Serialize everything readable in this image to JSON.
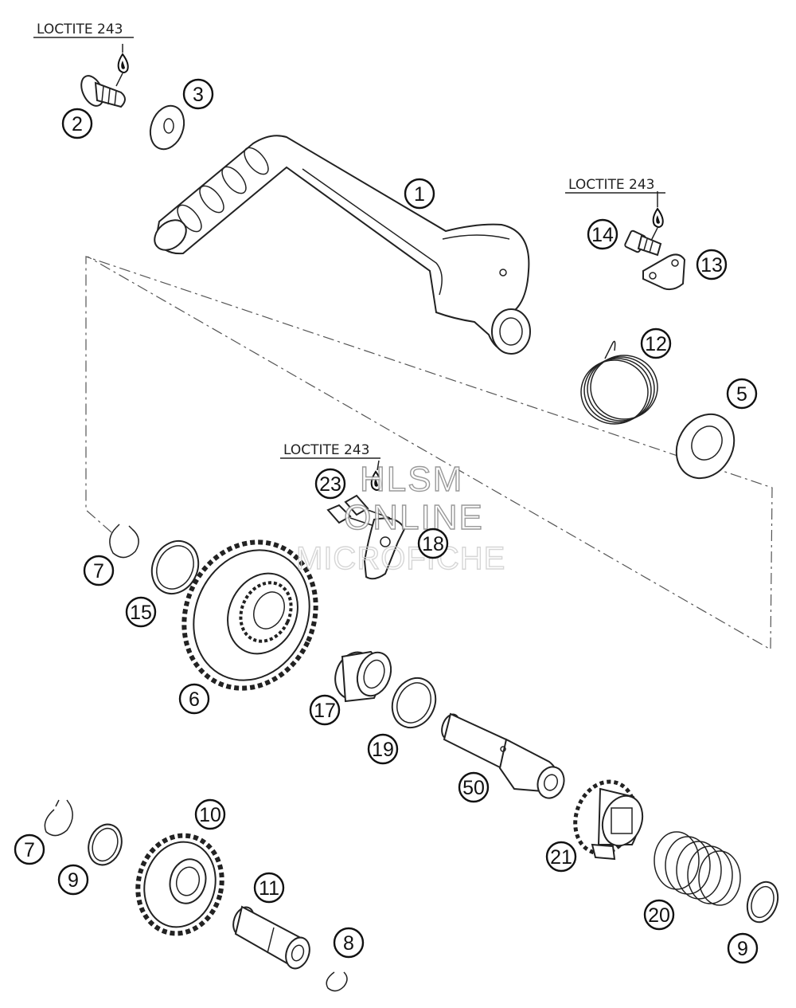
{
  "loctite_labels": [
    "LOCTITE 243",
    "LOCTITE 243",
    "LOCTITE 243"
  ],
  "callouts": [
    "1",
    "2",
    "3",
    "5",
    "6",
    "7",
    "7",
    "8",
    "9",
    "9",
    "10",
    "11",
    "12",
    "13",
    "14",
    "15",
    "17",
    "18",
    "19",
    "20",
    "21",
    "23",
    "50"
  ],
  "watermark": {
    "line1": "HLSM",
    "line2": "ONLINE",
    "line3": "MICROFICHE"
  }
}
